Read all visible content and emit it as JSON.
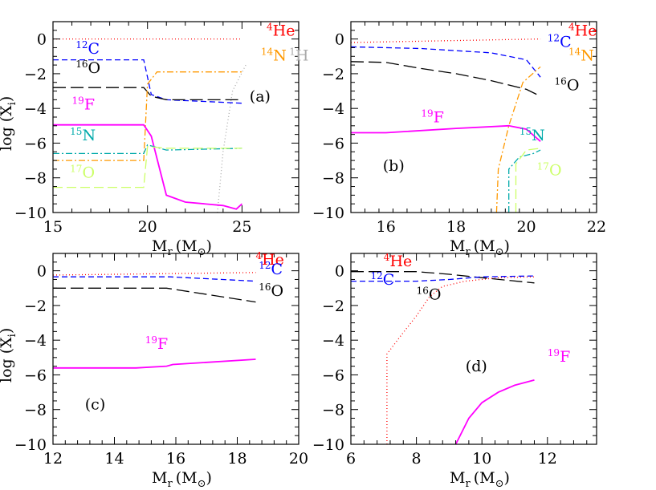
{
  "chart_data": [
    {
      "type": "line",
      "panel_label": "(a)",
      "xlabel_main": "M",
      "xlabel_sub": "r",
      "xlabel_unit": "(M",
      "xlabel_unit_close": ")",
      "ylabel_main": "log  (X",
      "ylabel_sub": "i",
      "ylabel_close": ")",
      "xlim": [
        15,
        28
      ],
      "ylim": [
        -10,
        1
      ],
      "xticks": [
        15,
        20,
        25
      ],
      "yticks": [
        0,
        -2,
        -4,
        -6,
        -8,
        -10
      ],
      "series": [
        {
          "name": "4He",
          "mass": "4",
          "el": "He",
          "color": "#ff0000",
          "dash": "1,3",
          "x": [
            15,
            25
          ],
          "y": [
            0,
            0
          ]
        },
        {
          "name": "12C",
          "mass": "12",
          "el": "C",
          "color": "#0000ff",
          "dash": "7,4",
          "x": [
            15,
            19.8,
            20.2,
            21,
            23,
            25
          ],
          "y": [
            -1.2,
            -1.2,
            -3.2,
            -3.5,
            -3.6,
            -3.7
          ]
        },
        {
          "name": "16O",
          "mass": "16",
          "el": "O",
          "color": "#000000",
          "dash": "16,6",
          "x": [
            15,
            19.8,
            20.2,
            21,
            25
          ],
          "y": [
            -2.8,
            -2.8,
            -3.3,
            -3.5,
            -3.5
          ]
        },
        {
          "name": "14N",
          "mass": "14",
          "el": "N",
          "color": "#ff9900",
          "dash": "8,3,2,3",
          "x": [
            15,
            19.8,
            20.0,
            20.5,
            25
          ],
          "y": [
            -7.0,
            -7.0,
            -2.6,
            -1.9,
            -1.9
          ]
        },
        {
          "name": "1H",
          "mass": "1",
          "el": "H",
          "color": "#aaaaaa",
          "dash": "1,3",
          "x": [
            23.7,
            24.0,
            24.5,
            25.2
          ],
          "y": [
            -10,
            -6.5,
            -3.0,
            -1.5
          ]
        },
        {
          "name": "19F",
          "mass": "19",
          "el": "F",
          "color": "#ff00ff",
          "dash": "",
          "x": [
            15,
            19.8,
            20.2,
            21,
            22,
            24,
            24.7,
            25
          ],
          "y": [
            -4.95,
            -4.95,
            -5.6,
            -9.0,
            -9.4,
            -9.6,
            -9.8,
            -9.5
          ]
        },
        {
          "name": "15N",
          "mass": "15",
          "el": "N",
          "color": "#00aaaa",
          "dash": "8,3,2,3",
          "x": [
            15,
            19.8,
            20.0,
            21,
            25
          ],
          "y": [
            -6.6,
            -6.6,
            -6.1,
            -6.4,
            -6.3
          ]
        },
        {
          "name": "17O",
          "mass": "17",
          "el": "O",
          "color": "#ccff66",
          "dash": "12,5",
          "x": [
            15,
            19.8,
            20.0,
            21,
            25
          ],
          "y": [
            -8.55,
            -8.55,
            -6.2,
            -6.3,
            -6.3
          ]
        }
      ]
    },
    {
      "type": "line",
      "panel_label": "(b)",
      "xlabel_main": "M",
      "xlabel_sub": "r",
      "xlabel_unit": "(M",
      "xlabel_unit_close": ")",
      "xlim": [
        15,
        22
      ],
      "ylim": [
        -10,
        1
      ],
      "xticks": [
        16,
        18,
        20,
        22
      ],
      "yticks": [
        0,
        -2,
        -4,
        -6,
        -8,
        -10
      ],
      "series": [
        {
          "name": "4He",
          "mass": "4",
          "el": "He",
          "color": "#ff0000",
          "dash": "1,3",
          "x": [
            15,
            20.4
          ],
          "y": [
            -0.2,
            0
          ]
        },
        {
          "name": "12C",
          "mass": "12",
          "el": "C",
          "color": "#0000ff",
          "dash": "7,4",
          "x": [
            15,
            17,
            19,
            20,
            20.4
          ],
          "y": [
            -0.45,
            -0.55,
            -0.8,
            -1.2,
            -2.2
          ]
        },
        {
          "name": "16O",
          "mass": "16",
          "el": "O",
          "color": "#000000",
          "dash": "16,6",
          "x": [
            15,
            16,
            17,
            18,
            19,
            20,
            20.4
          ],
          "y": [
            -1.3,
            -1.35,
            -1.7,
            -2.0,
            -2.4,
            -2.9,
            -3.3
          ]
        },
        {
          "name": "14N",
          "mass": "14",
          "el": "N",
          "color": "#ff9900",
          "dash": "8,3,2,3",
          "x": [
            19.15,
            19.2,
            19.5,
            19.9,
            20.4
          ],
          "y": [
            -10,
            -7.5,
            -5.0,
            -2.5,
            -1.6
          ]
        },
        {
          "name": "19F",
          "mass": "19",
          "el": "F",
          "color": "#ff00ff",
          "dash": "",
          "x": [
            15,
            16,
            18,
            19.5,
            20.0,
            20.4
          ],
          "y": [
            -5.4,
            -5.4,
            -5.15,
            -5.0,
            -5.2,
            -5.9
          ]
        },
        {
          "name": "15N",
          "mass": "15",
          "el": "N",
          "color": "#00aaaa",
          "dash": "8,3,2,3",
          "x": [
            19.5,
            19.5,
            19.8,
            20.2,
            20.4
          ],
          "y": [
            -10,
            -7.5,
            -6.8,
            -6.6,
            -6.4
          ]
        },
        {
          "name": "17O",
          "mass": "17",
          "el": "O",
          "color": "#ccff66",
          "dash": "12,5",
          "x": [
            19.7,
            19.7,
            20.0,
            20.4
          ],
          "y": [
            -10,
            -7.2,
            -6.4,
            -6.3
          ]
        }
      ]
    },
    {
      "type": "line",
      "panel_label": "(c)",
      "xlabel_main": "M",
      "xlabel_sub": "r",
      "xlabel_unit": "(M",
      "xlabel_unit_close": ")",
      "ylabel_main": "log  (X",
      "ylabel_sub": "i",
      "ylabel_close": ")",
      "xlim": [
        12,
        20
      ],
      "ylim": [
        -10,
        1
      ],
      "xticks": [
        12,
        14,
        16,
        18,
        20
      ],
      "yticks": [
        0,
        -2,
        -4,
        -6,
        -8,
        -10
      ],
      "series": [
        {
          "name": "4He",
          "mass": "4",
          "el": "He",
          "color": "#ff0000",
          "dash": "1,3",
          "x": [
            12,
            18.6
          ],
          "y": [
            -0.25,
            -0.1
          ]
        },
        {
          "name": "12C",
          "mass": "12",
          "el": "C",
          "color": "#0000ff",
          "dash": "7,4",
          "x": [
            12,
            15.8,
            18.6
          ],
          "y": [
            -0.35,
            -0.35,
            -0.6
          ]
        },
        {
          "name": "16O",
          "mass": "16",
          "el": "O",
          "color": "#000000",
          "dash": "16,6",
          "x": [
            12,
            15.7,
            18.6
          ],
          "y": [
            -1.0,
            -1.0,
            -1.8
          ]
        },
        {
          "name": "19F",
          "mass": "19",
          "el": "F",
          "color": "#ff00ff",
          "dash": "",
          "x": [
            12,
            14.7,
            15.7,
            15.9,
            18.6
          ],
          "y": [
            -5.6,
            -5.6,
            -5.5,
            -5.4,
            -5.1
          ]
        }
      ]
    },
    {
      "type": "line",
      "panel_label": "(d)",
      "xlabel_main": "M",
      "xlabel_sub": "r",
      "xlabel_unit": "(M",
      "xlabel_unit_close": ")",
      "xlim": [
        6,
        13.5
      ],
      "ylim": [
        -10,
        1
      ],
      "xticks": [
        6,
        8,
        10,
        12
      ],
      "yticks": [
        0,
        -2,
        -4,
        -6,
        -8,
        -10
      ],
      "series": [
        {
          "name": "16O",
          "mass": "16",
          "el": "O",
          "color": "#000000",
          "dash": "16,6",
          "x": [
            6,
            8,
            9,
            10,
            11.6
          ],
          "y": [
            -0.05,
            -0.05,
            -0.2,
            -0.4,
            -0.7
          ]
        },
        {
          "name": "12C",
          "mass": "12",
          "el": "C",
          "color": "#0000ff",
          "dash": "7,4",
          "x": [
            6,
            8,
            9,
            10,
            11.6
          ],
          "y": [
            -0.6,
            -0.6,
            -0.5,
            -0.35,
            -0.3
          ]
        },
        {
          "name": "4He",
          "mass": "4",
          "el": "He",
          "color": "#ff0000",
          "dash": "1,3",
          "x": [
            7.1,
            7.1,
            7.5,
            8.0,
            8.4,
            8.8,
            9.5,
            10.5,
            11.6
          ],
          "y": [
            -10,
            -4.8,
            -3.8,
            -2.6,
            -1.5,
            -0.9,
            -0.6,
            -0.4,
            -0.35
          ]
        },
        {
          "name": "19F",
          "mass": "19",
          "el": "F",
          "color": "#ff00ff",
          "dash": "",
          "x": [
            9.2,
            9.6,
            10.0,
            10.5,
            11.0,
            11.6
          ],
          "y": [
            -10,
            -8.5,
            -7.6,
            -7.0,
            -6.6,
            -6.3
          ]
        }
      ]
    }
  ],
  "labels": [
    {
      "panel": 0,
      "series": 0
    },
    {
      "panel": 0,
      "series": 1
    },
    {
      "panel": 0,
      "series": 2
    },
    {
      "panel": 0,
      "series": 3
    },
    {
      "panel": 0,
      "series": 4
    },
    {
      "panel": 0,
      "series": 5
    },
    {
      "panel": 0,
      "series": 6
    },
    {
      "panel": 0,
      "series": 7
    },
    {
      "panel": 1,
      "series": 0
    },
    {
      "panel": 1,
      "series": 1
    },
    {
      "panel": 1,
      "series": 3
    },
    {
      "panel": 1,
      "series": 2
    },
    {
      "panel": 1,
      "series": 4
    },
    {
      "panel": 1,
      "series": 5
    },
    {
      "panel": 1,
      "series": 6
    },
    {
      "panel": 2,
      "series": 0
    },
    {
      "panel": 2,
      "series": 1
    },
    {
      "panel": 2,
      "series": 2
    },
    {
      "panel": 2,
      "series": 3
    },
    {
      "panel": 3,
      "series": 0
    },
    {
      "panel": 3,
      "series": 1
    },
    {
      "panel": 3,
      "series": 2
    },
    {
      "panel": 3,
      "series": 3
    }
  ]
}
